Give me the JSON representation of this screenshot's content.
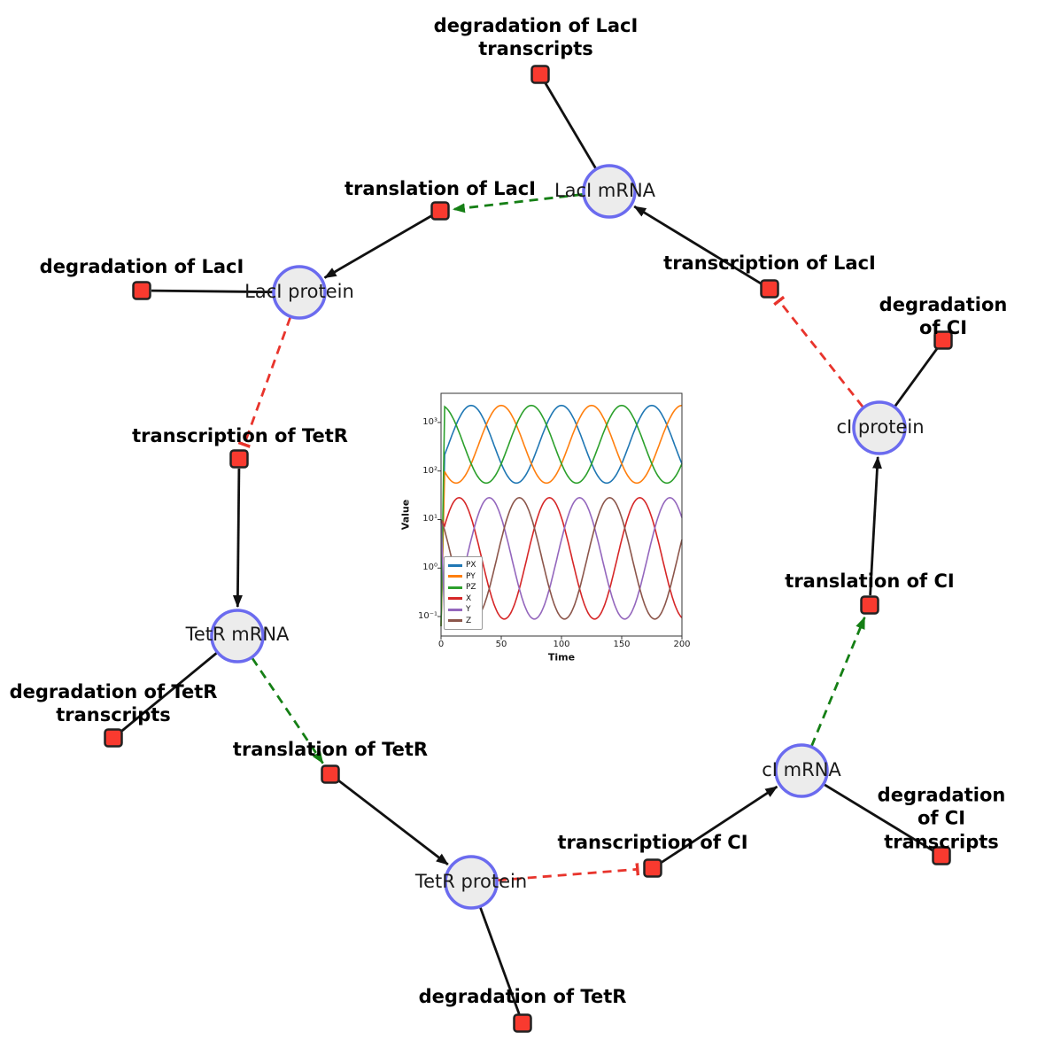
{
  "network": {
    "species": [
      {
        "id": "laci-mrna",
        "label": "LacI mRNA"
      },
      {
        "id": "laci-protein",
        "label": "LacI protein"
      },
      {
        "id": "tetr-mrna",
        "label": "TetR mRNA"
      },
      {
        "id": "tetr-protein",
        "label": "TetR protein"
      },
      {
        "id": "ci-mrna",
        "label": "cI mRNA"
      },
      {
        "id": "ci-protein",
        "label": "cI protein"
      }
    ],
    "reactions": [
      {
        "id": "degradation-of-laci-transcripts",
        "label": "degradation of LacI\ntranscripts"
      },
      {
        "id": "translation-of-laci",
        "label": "translation of LacI"
      },
      {
        "id": "transcription-of-laci",
        "label": "transcription of LacI"
      },
      {
        "id": "degradation-of-laci",
        "label": "degradation of LacI"
      },
      {
        "id": "transcription-of-tetr",
        "label": "transcription of TetR"
      },
      {
        "id": "degradation-of-tetr-transcripts",
        "label": "degradation of TetR\ntranscripts"
      },
      {
        "id": "translation-of-tetr",
        "label": "translation of TetR"
      },
      {
        "id": "degradation-of-tetr",
        "label": "degradation of TetR"
      },
      {
        "id": "transcription-of-ci",
        "label": "transcription of CI"
      },
      {
        "id": "degradation-of-ci-transcripts",
        "label": "degradation of CI\ntranscripts"
      },
      {
        "id": "translation-of-ci",
        "label": "translation of CI"
      },
      {
        "id": "degradation-of-ci",
        "label": "degradation of CI"
      }
    ],
    "edges": [
      {
        "from": "LacI mRNA",
        "to": "degradation of LacI transcripts",
        "kind": "plain"
      },
      {
        "from": "LacI protein",
        "to": "degradation of LacI",
        "kind": "plain"
      },
      {
        "from": "TetR mRNA",
        "to": "degradation of TetR transcripts",
        "kind": "plain"
      },
      {
        "from": "TetR protein",
        "to": "degradation of TetR",
        "kind": "plain"
      },
      {
        "from": "cI mRNA",
        "to": "degradation of CI transcripts",
        "kind": "plain"
      },
      {
        "from": "cI protein",
        "to": "degradation of CI",
        "kind": "plain"
      },
      {
        "from": "translation of LacI",
        "to": "LacI protein",
        "kind": "arrow"
      },
      {
        "from": "transcription of LacI",
        "to": "LacI mRNA",
        "kind": "arrow"
      },
      {
        "from": "transcription of TetR",
        "to": "TetR mRNA",
        "kind": "arrow"
      },
      {
        "from": "translation of TetR",
        "to": "TetR protein",
        "kind": "arrow"
      },
      {
        "from": "transcription of CI",
        "to": "cI mRNA",
        "kind": "arrow"
      },
      {
        "from": "translation of CI",
        "to": "cI protein",
        "kind": "arrow"
      },
      {
        "from": "LacI mRNA",
        "to": "translation of LacI",
        "kind": "green-dashed-arrow"
      },
      {
        "from": "TetR mRNA",
        "to": "translation of TetR",
        "kind": "green-dashed-arrow"
      },
      {
        "from": "cI mRNA",
        "to": "translation of CI",
        "kind": "green-dashed-arrow"
      },
      {
        "from": "LacI protein",
        "to": "transcription of TetR",
        "kind": "red-dashed-tbar"
      },
      {
        "from": "TetR protein",
        "to": "transcription of CI",
        "kind": "red-dashed-tbar"
      },
      {
        "from": "cI protein",
        "to": "transcription of LacI",
        "kind": "red-dashed-tbar"
      }
    ],
    "colors": {
      "species_fill": "#ececec",
      "species_stroke": "#6b6bef",
      "reaction_fill": "#f93a2f",
      "reaction_stroke": "#222222",
      "edge_black": "#111111",
      "edge_green": "#157f15",
      "edge_red": "#e8342c"
    }
  },
  "chart_data": {
    "type": "line",
    "xlabel": "Time",
    "ylabel": "Value",
    "x_range": [
      0,
      200
    ],
    "x_ticks": [
      0,
      50,
      100,
      150,
      200
    ],
    "y_scale": "log",
    "y_tick_labels": [
      "10⁻¹",
      "10⁰",
      "10¹",
      "10²",
      "10³"
    ],
    "y_tick_exponents": [
      -1,
      0,
      1,
      2,
      3
    ],
    "y_log_range": [
      -1.4,
      3.6
    ],
    "legend_position": "lower-left",
    "series": [
      {
        "name": "PX",
        "color": "#1f77b4",
        "log_mid": 2.55,
        "log_amp": 0.8,
        "period": 75,
        "peak_t": 25,
        "start_log": -1.2
      },
      {
        "name": "PY",
        "color": "#ff7f0e",
        "log_mid": 2.55,
        "log_amp": 0.8,
        "period": 75,
        "peak_t": 50,
        "start_log": -1.2
      },
      {
        "name": "PZ",
        "color": "#2ca02c",
        "log_mid": 2.55,
        "log_amp": 0.8,
        "period": 75,
        "peak_t": 75,
        "start_log": -1.2
      },
      {
        "name": "X",
        "color": "#d62728",
        "log_mid": 0.2,
        "log_amp": 1.25,
        "period": 75,
        "peak_t": 15,
        "start_log": 1.0
      },
      {
        "name": "Y",
        "color": "#9467bd",
        "log_mid": 0.2,
        "log_amp": 1.25,
        "period": 75,
        "peak_t": 40,
        "start_log": 1.0
      },
      {
        "name": "Z",
        "color": "#8c564b",
        "log_mid": 0.2,
        "log_amp": 1.25,
        "period": 75,
        "peak_t": 65,
        "start_log": 1.0
      }
    ]
  }
}
